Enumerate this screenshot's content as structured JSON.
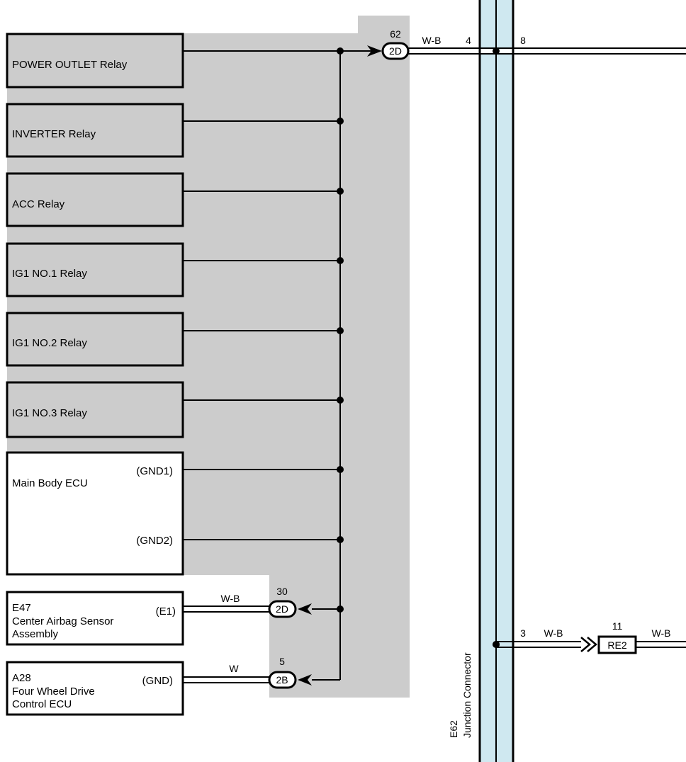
{
  "components": {
    "power_outlet_relay": "POWER OUTLET Relay",
    "inverter_relay": "INVERTER Relay",
    "acc_relay": "ACC Relay",
    "ig1_no1_relay": "IG1 NO.1 Relay",
    "ig1_no2_relay": "IG1 NO.2 Relay",
    "ig1_no3_relay": "IG1 NO.3 Relay",
    "main_body_ecu": {
      "name": "Main Body ECU",
      "pin_gnd1": "(GND1)",
      "pin_gnd2": "(GND2)"
    },
    "airbag_sensor": {
      "code": "E47",
      "name_line1": "Center Airbag Sensor",
      "name_line2": "Assembly",
      "pin": "(E1)"
    },
    "four_wheel_drive_ecu": {
      "code": "A28",
      "name_line1": "Four Wheel Drive",
      "name_line2": "Control ECU",
      "pin": "(GND)"
    }
  },
  "connectors": {
    "top": {
      "id": "2D",
      "pin": "62",
      "wire": "W-B",
      "jc_pin_in": "4",
      "jc_pin_out": "8"
    },
    "airbag": {
      "id": "2D",
      "pin": "30",
      "wire": "W-B"
    },
    "fwd": {
      "id": "2B",
      "pin": "5",
      "wire": "W"
    },
    "re2": {
      "id": "RE2",
      "pin": "11",
      "wire_in": "W-B",
      "wire_out": "W-B",
      "jc_pin": "3"
    }
  },
  "junction_connector": {
    "code": "E62",
    "name": "Junction Connector"
  },
  "colors": {
    "shaded_area": "#cccccc",
    "junction_connector": "#cfe8f0",
    "line": "#000000"
  }
}
